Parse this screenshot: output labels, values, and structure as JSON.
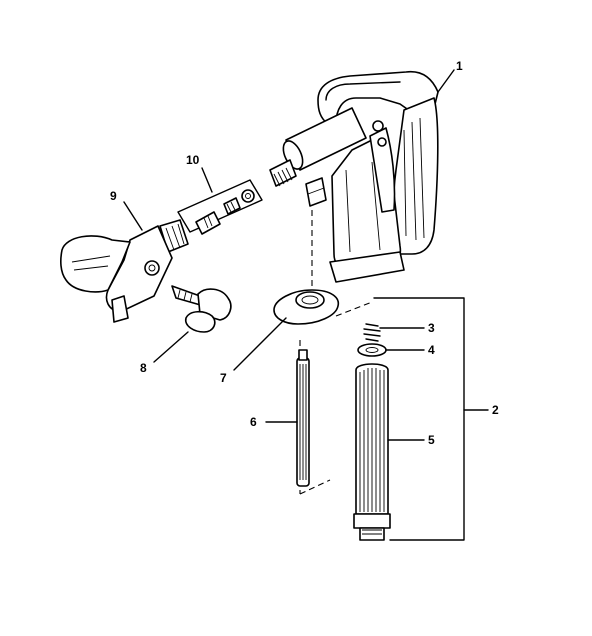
{
  "header": {
    "text": ""
  },
  "callouts": [
    "1",
    "2",
    "3",
    "4",
    "5",
    "6",
    "7",
    "8",
    "9",
    "10"
  ]
}
